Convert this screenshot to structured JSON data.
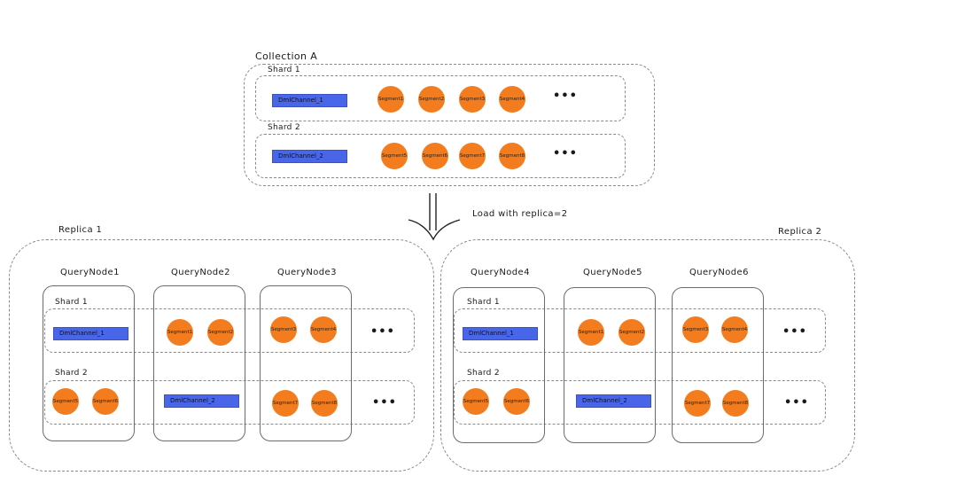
{
  "collection": {
    "title": "Collection A",
    "shard1": {
      "label": "Shard 1",
      "channel": "DmlChannel_1",
      "segments": [
        "Segment1",
        "Segment2",
        "Segment3",
        "Segment4"
      ],
      "more": "•••"
    },
    "shard2": {
      "label": "Shard 2",
      "channel": "DmlChannel_2",
      "segments": [
        "Segment5",
        "Segment6",
        "Segment7",
        "Segment8"
      ],
      "more": "•••"
    }
  },
  "load_label": "Load with replica=2",
  "replica1": {
    "title": "Replica 1",
    "nodes": [
      "QueryNode1",
      "QueryNode2",
      "QueryNode3"
    ],
    "shard1": {
      "label": "Shard 1",
      "channel": "DmlChannel_1",
      "node2_segments": [
        "Segment1",
        "Segment2"
      ],
      "node3_segments": [
        "Segment3",
        "Segment4"
      ],
      "more": "•••"
    },
    "shard2": {
      "label": "Shard 2",
      "node1_segments": [
        "Segment5",
        "Segment6"
      ],
      "channel": "DmlChannel_2",
      "node3_segments": [
        "Segment7",
        "Segment8"
      ],
      "more": "•••"
    }
  },
  "replica2": {
    "title": "Replica 2",
    "nodes": [
      "QueryNode4",
      "QueryNode5",
      "QueryNode6"
    ],
    "shard1": {
      "label": "Shard 1",
      "channel": "DmlChannel_1",
      "node2_segments": [
        "Segment1",
        "Segment2"
      ],
      "node3_segments": [
        "Segment3",
        "Segment4"
      ],
      "more": "•••"
    },
    "shard2": {
      "label": "Shard 2",
      "node1_segments": [
        "Segment5",
        "Segment6"
      ],
      "channel": "DmlChannel_2",
      "node3_segments": [
        "Segment7",
        "Segment8"
      ],
      "more": "•••"
    }
  },
  "colors": {
    "segment": "#f37c1e",
    "channel": "#4a66e8",
    "border": "#8a8a8a"
  }
}
